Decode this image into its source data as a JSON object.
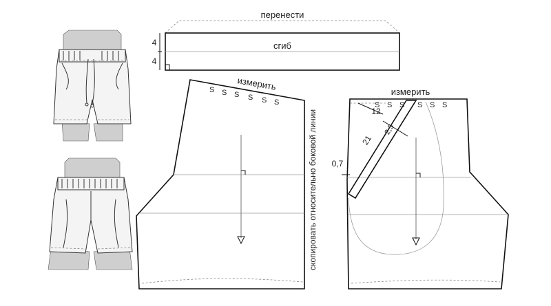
{
  "labels": {
    "transfer": "перенести",
    "fold": "сгиб",
    "measure_left": "измерить",
    "measure_right": "измерить",
    "copy_side": "скопировать относительно боковой линии",
    "band_dim_top": "4",
    "band_dim_bottom": "4",
    "dim_12": "12",
    "dim_2_5": "2,5",
    "dim_21": "21",
    "dim_0_7": "0,7",
    "dart_mark": "S"
  },
  "colors": {
    "line": "#111111",
    "guide": "#9a9a9a",
    "dash": "#888888"
  },
  "icons": {
    "grain_arrow": "arrow-down-triangle-icon",
    "right_angle": "right-angle-mark-icon"
  }
}
